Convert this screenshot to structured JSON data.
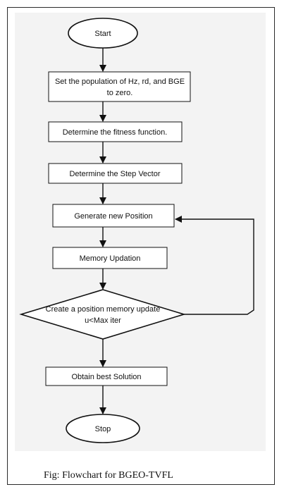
{
  "flowchart": {
    "start_label": "Start",
    "step1_line1": "Set the population of Hz, rd, and BGE",
    "step1_line2": "to zero.",
    "step2_label": "Determine the fitness function.",
    "step3_label": "Determine the Step Vector",
    "step4_label": "Generate new Position",
    "step5_label": "Memory Updation",
    "decision_line1": "Create a position memory update",
    "decision_line2": "u<Max iter",
    "step6_label": "Obtain best Solution",
    "stop_label": "Stop"
  },
  "caption": "Fig: Flowchart for BGEO-TVFL",
  "colors": {
    "stroke": "#111111",
    "panel_background": "#f3f3f3",
    "shape_fill": "#ffffff"
  }
}
